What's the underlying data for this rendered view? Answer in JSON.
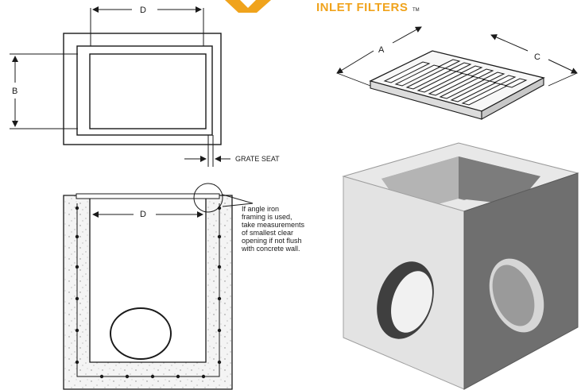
{
  "brand": {
    "name": "INLET FILTERS",
    "tm": "TM",
    "color": "#f0a31c"
  },
  "top_view": {
    "dim_d": "D",
    "dim_b": "B",
    "grate_seat": "GRATE SEAT"
  },
  "grate": {
    "dim_a": "A",
    "dim_c": "C"
  },
  "section_view": {
    "dim_d": "D",
    "note_lines": [
      "If angle iron",
      "framing is used,",
      "take measurements",
      "of smallest clear",
      "opening if not flush",
      "with concrete wall."
    ]
  },
  "colors": {
    "line": "#1a1a1a",
    "cube_light": "#e2e2e2",
    "cube_dark": "#6e6e6e",
    "cube_top": "#bdbdbd",
    "concrete": "#f3f3f3"
  }
}
